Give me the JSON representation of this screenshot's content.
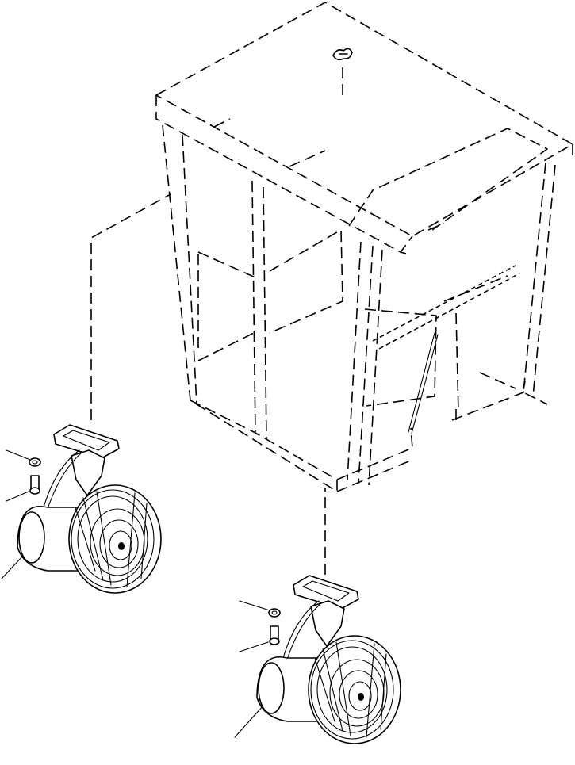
{
  "colors": {
    "line": "#000000",
    "background": "#ffffff"
  },
  "parts": [
    {
      "id": "cab",
      "icon": "operator-cab-outline"
    },
    {
      "id": "left-lamp",
      "icon": "work-lamp"
    },
    {
      "id": "right-lamp",
      "icon": "work-lamp"
    }
  ]
}
